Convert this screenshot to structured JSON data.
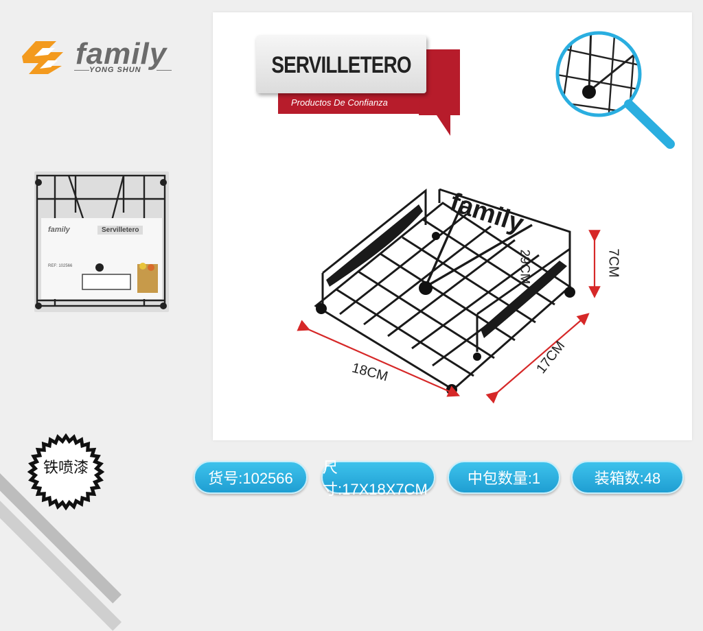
{
  "brand": {
    "name": "family",
    "subtitle": "YONG SHUN"
  },
  "product": {
    "title": "SERVILLETERO",
    "tagline": "Productos De Confianza",
    "material_badge": "铁喷漆"
  },
  "thumbnail": {
    "brand": "family",
    "title": "Servilletero",
    "ref": "REF: 102566"
  },
  "dimensions": {
    "length": "18CM",
    "width": "17CM",
    "height": "7CM",
    "inner_height": "29CM"
  },
  "specs": [
    {
      "label": "货号:102566"
    },
    {
      "label": "尺寸:17X18X7CM"
    },
    {
      "label": "中包数量:1"
    },
    {
      "label": "装箱数:48"
    }
  ],
  "colors": {
    "accent_blue": "#2aaee0",
    "ribbon_red": "#b71c2b",
    "logo_orange": "#f39a1e"
  }
}
